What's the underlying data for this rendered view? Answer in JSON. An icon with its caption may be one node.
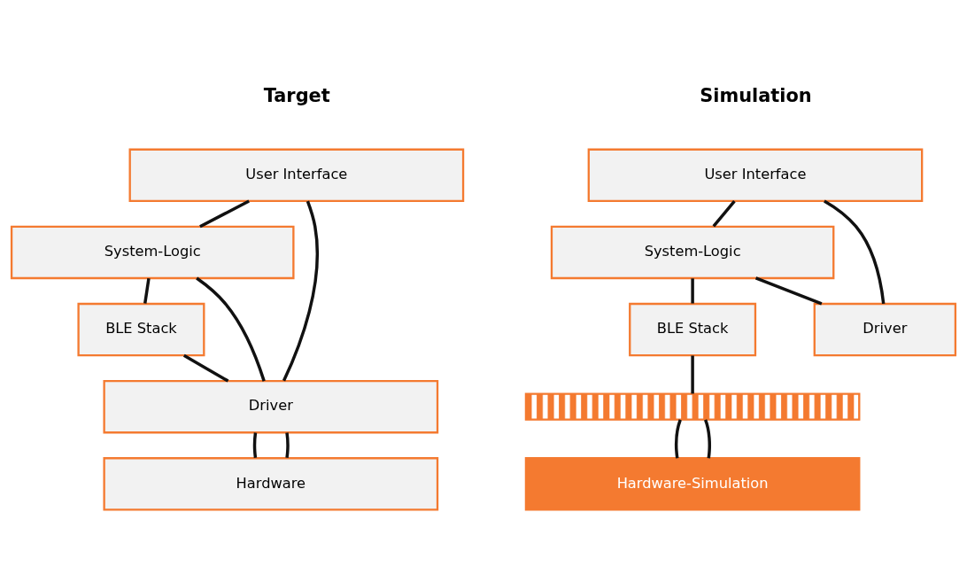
{
  "diagram": {
    "nodes": [
      {
        "text": [
          "User Interface"
        ]
      },
      {
        "text": [
          "System-Logic"
        ]
      },
      {
        "text": [
          "BLE Stack"
        ]
      },
      {
        "text": [
          "Driver"
        ]
      },
      {
        "text": [
          "Hardware"
        ]
      },
      {
        "text": [
          "User Interface"
        ]
      },
      {
        "text": [
          "System-Logic"
        ]
      },
      {
        "text": [
          "BLE Stack"
        ]
      },
      {
        "text": [
          "Driver"
        ]
      },
      {
        "text": [],
        "shape": "bar"
      },
      {
        "text": [
          "Hardware-Simulation"
        ]
      }
    ],
    "edges": [
      {
        "from": 0,
        "to": 1,
        "arrow": "none"
      },
      {
        "from": 0,
        "to": 3,
        "arrow": "none"
      },
      {
        "from": 1,
        "to": 2,
        "arrow": "none"
      },
      {
        "from": 1,
        "to": 3,
        "arrow": "none"
      },
      {
        "from": 2,
        "to": 3,
        "arrow": "none"
      },
      {
        "from": 3,
        "to": 4,
        "arrow": "none"
      },
      {
        "from": 3,
        "to": 4,
        "arrow": "none"
      },
      {
        "from": 5,
        "to": 6,
        "arrow": "none"
      },
      {
        "from": 5,
        "to": 8,
        "arrow": "none"
      },
      {
        "from": 6,
        "to": 7,
        "arrow": "none"
      },
      {
        "from": 6,
        "to": 8,
        "arrow": "none"
      },
      {
        "from": 7,
        "to": 9,
        "arrow": "none"
      },
      {
        "from": 9,
        "to": 10,
        "arrow": "none"
      },
      {
        "from": 9,
        "to": 10,
        "arrow": "none"
      }
    ],
    "labels": [
      "Target",
      "Simulation"
    ]
  }
}
